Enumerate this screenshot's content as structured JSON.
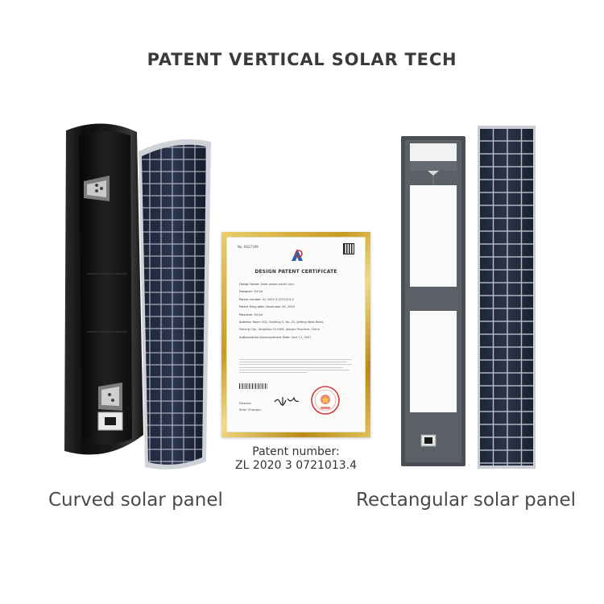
{
  "headline": "PATENT VERTICAL SOLAR TECH",
  "captions": {
    "left": "Curved solar panel",
    "right": "Rectangular solar panel"
  },
  "patent": {
    "line1": "Patent number:",
    "line2": "ZL 2020 3 0721013.4"
  },
  "certificate": {
    "number": "No. 6627399",
    "title": "DESIGN PATENT CERTIFICATE",
    "fields": [
      {
        "key": "Design Name:",
        "value": "Solar power panel (arc)"
      },
      {
        "key": "Designer:",
        "value": "Shi Jie"
      },
      {
        "key": "Patent number:",
        "value": "ZL 2020 3 0721013.4"
      },
      {
        "key": "Patent filing date:",
        "value": "November 26, 2020"
      },
      {
        "key": "Patentee:",
        "value": "Shi Jie"
      },
      {
        "key": "Address:",
        "value": "Room 502, Building 5, No. 23, Jiefang West Road,"
      },
      {
        "key": "",
        "value": "Yuheng City, Yangzhou 211406, Jiangsu Province, China"
      },
      {
        "key": "Authorization Announcement Date:",
        "value": "June 11, 2021"
      }
    ],
    "director_label": "Director",
    "director_name": "Shen Changyu"
  }
}
